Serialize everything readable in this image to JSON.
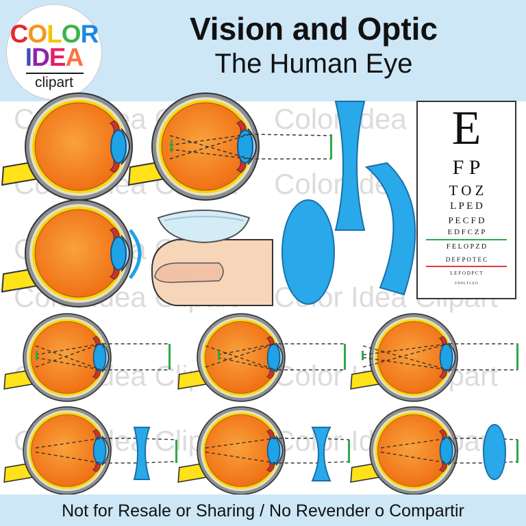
{
  "header": {
    "logo": {
      "line1": [
        "C",
        "O",
        "L",
        "O",
        "R"
      ],
      "line2": [
        "I",
        "D",
        "E",
        "A"
      ],
      "sub": "clipart"
    },
    "title": "Vision and Optic",
    "subtitle": "The Human Eye"
  },
  "watermark": "Color Idea Clipart",
  "eye_chart": {
    "rows": [
      "E",
      "F P",
      "T O Z",
      "L P E D",
      "P E C F D",
      "E D F C Z P",
      "F E L O P Z D",
      "D E F P O T E C",
      "L E F O D P C T",
      "F D P L T C E O"
    ],
    "bar_colors": [
      "#2ea84a",
      "#e03b3b"
    ]
  },
  "footer": {
    "text": "Not for Resale or Sharing / No Revender o Compartir"
  },
  "colors": {
    "header_bg": "#cde7f7",
    "logo_letters": [
      "#e8262c",
      "#f7941d",
      "#ffd200",
      "#3bb54a",
      "#1e88e5",
      "#3f51b5",
      "#8e24aa",
      "#e91e63",
      "#ff7043"
    ],
    "eyeball": "#f57c1f",
    "lens": "#1ea3e6",
    "optic_nerve": "#ffe21a"
  }
}
